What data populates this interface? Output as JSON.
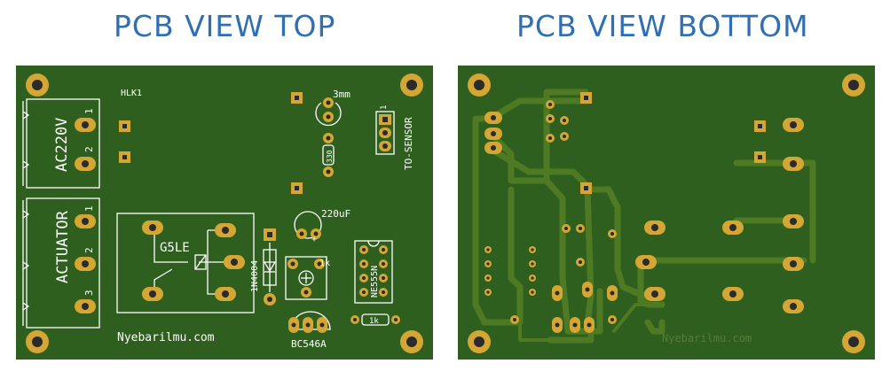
{
  "titles": {
    "top": "PCB VIEW TOP",
    "bottom": "PCB VIEW BOTTOM"
  },
  "top_silkscreen": {
    "hlk": "HLK1",
    "ac220v": "AC220V",
    "actuator": "ACTUATOR",
    "pin1": "1",
    "pin2": "2",
    "pin3": "3",
    "relay": "G5LE",
    "diode": "1N4004",
    "cap": "220uF",
    "led": "3mm",
    "resistor_330": "330",
    "sensor_pin": "1",
    "sensor": "TO-SENSOR",
    "pot": "1k",
    "ic": "NE555N",
    "resistor_1k": "1k",
    "transistor": "BC546A",
    "website": "Nyebarilmu.com"
  },
  "bottom_silkscreen": {
    "website": "Nyebarilmu.com"
  },
  "colors": {
    "board": "#2e5f1e",
    "trace": "#4e7a23",
    "pad": "#d4a634",
    "title": "#2f6fb3"
  }
}
